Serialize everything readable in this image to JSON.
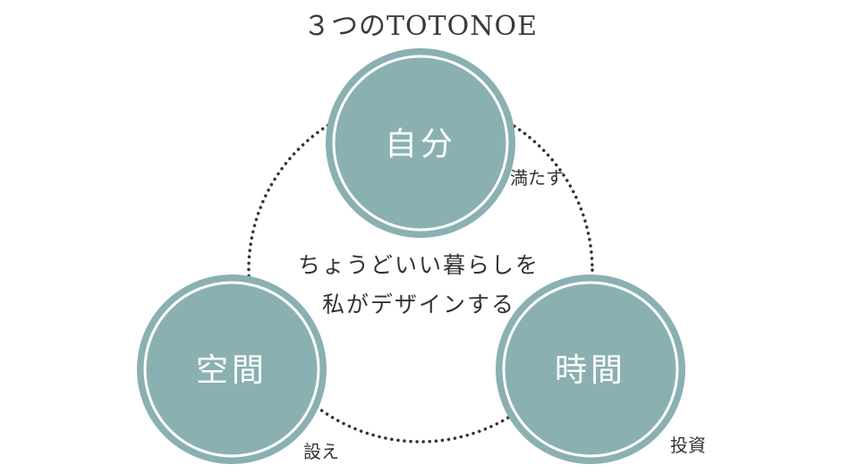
{
  "title": "３つのTOTONOE",
  "colors": {
    "node_fill": "#8ab0b2",
    "node_inner_ring": "#ffffff",
    "dotted_ring": "#333333",
    "text": "#333333"
  },
  "center": {
    "line1": "ちょうどいい暮らしを",
    "line2": "私がデザインする"
  },
  "nodes": [
    {
      "label": "自分",
      "verb": "満たす"
    },
    {
      "label": "空間",
      "verb": "設え"
    },
    {
      "label": "時間",
      "verb": "投資"
    }
  ]
}
